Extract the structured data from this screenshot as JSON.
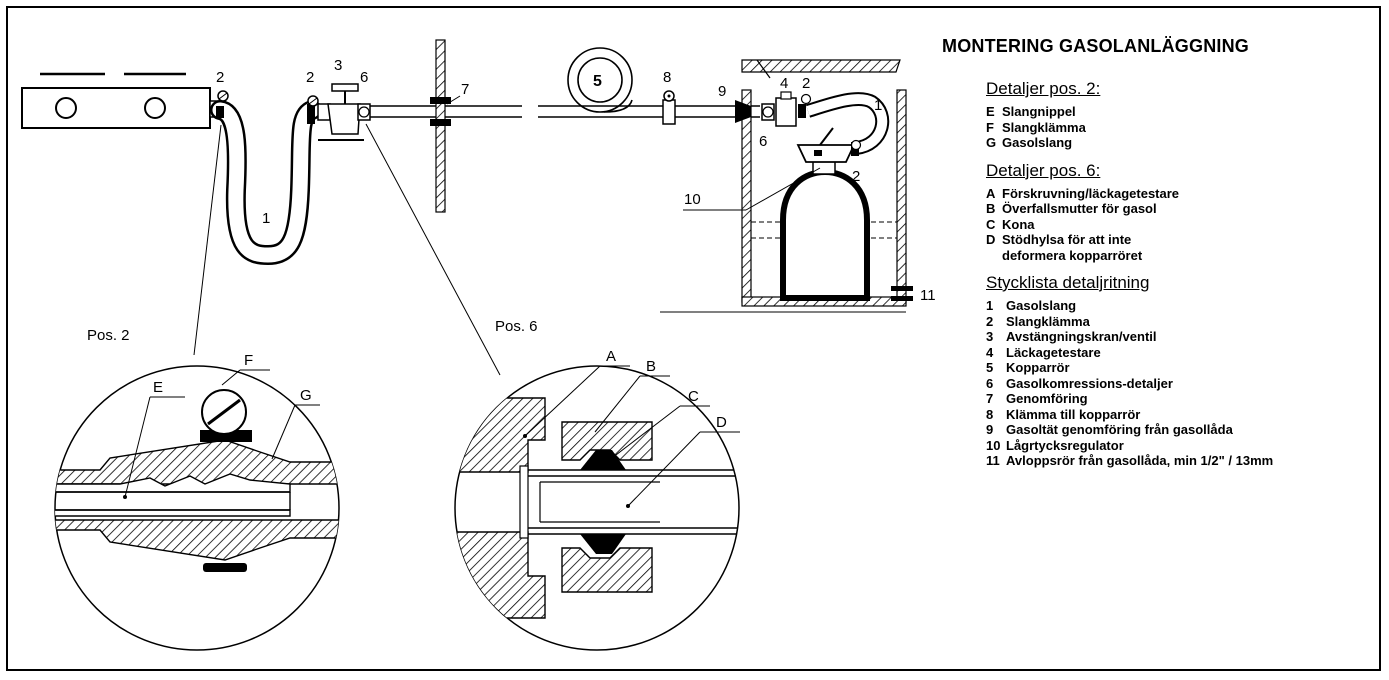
{
  "title": "MONTERING GASOLANLÄGGNING",
  "sections": {
    "pos2": {
      "heading": "Detaljer pos. 2:",
      "items": [
        {
          "key": "E",
          "text": "Slangnippel"
        },
        {
          "key": "F",
          "text": "Slangklämma"
        },
        {
          "key": "G",
          "text": "Gasolslang"
        }
      ]
    },
    "pos6": {
      "heading": "Detaljer pos. 6:",
      "items": [
        {
          "key": "A",
          "text": "Förskruvning/läckagetestare"
        },
        {
          "key": "B",
          "text": "Överfallsmutter för gasol"
        },
        {
          "key": "C",
          "text": "Kona"
        },
        {
          "key": "D",
          "text": "Stödhylsa för att inte"
        },
        {
          "key": "",
          "text": "deformera kopparröret"
        }
      ]
    },
    "parts": {
      "heading": "Stycklista detaljritning",
      "items": [
        {
          "key": "1",
          "text": "Gasolslang"
        },
        {
          "key": "2",
          "text": "Slangklämma"
        },
        {
          "key": "3",
          "text": "Avstängningskran/ventil"
        },
        {
          "key": "4",
          "text": "Läckagetestare"
        },
        {
          "key": "5",
          "text": "Kopparrör"
        },
        {
          "key": "6",
          "text": "Gasolkomressions-detaljer"
        },
        {
          "key": "7",
          "text": "Genomföring"
        },
        {
          "key": "8",
          "text": "Klämma till kopparrör"
        },
        {
          "key": "9",
          "text": "Gasoltät genomföring från gasollåda"
        },
        {
          "key": "10",
          "text": "Lågrtycksregulator"
        },
        {
          "key": "11",
          "text": "Avloppsrör från gasollåda, min 1/2\" / 13mm"
        }
      ]
    }
  },
  "diagram": {
    "callouts": {
      "c1a": "1",
      "c1b": "1",
      "c2a": "2",
      "c2b": "2",
      "c2c": "2",
      "c2d": "2",
      "c3": "3",
      "c4": "4",
      "c5": "5",
      "c6a": "6",
      "c6b": "6",
      "c7": "7",
      "c8": "8",
      "c9": "9",
      "c10": "10",
      "c11": "11"
    },
    "detail_pos2": {
      "label": "Pos. 2",
      "E": "E",
      "F": "F",
      "G": "G"
    },
    "detail_pos6": {
      "label": "Pos. 6",
      "A": "A",
      "B": "B",
      "C": "C",
      "D": "D"
    }
  }
}
